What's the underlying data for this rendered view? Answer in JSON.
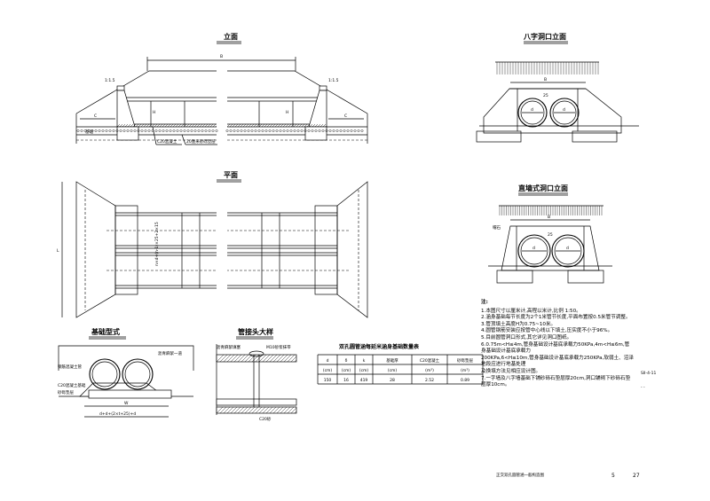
{
  "views": {
    "elevation": {
      "title": "立面",
      "labels": {
        "length": "B",
        "h": "H",
        "slope": "1:1.5",
        "c": "C",
        "concrete": "C20混凝土",
        "gravel": "20厘米砂砾垫层",
        "fill": "基础"
      }
    },
    "plan": {
      "title": "平面",
      "labels": {
        "width": "n×d+(n-1)×25+2×15",
        "len": "L"
      }
    },
    "wingwall_front": {
      "title": "八字洞口立面",
      "labels": {
        "d": "d",
        "w": "25",
        "b": "B"
      }
    },
    "straight_front": {
      "title": "直墙式洞口立面",
      "labels": {
        "d": "d",
        "w": "25",
        "b": "B",
        "cap": "帽石"
      }
    },
    "foundation": {
      "title": "基础型式",
      "labels": {
        "pipe": "钢筋混凝土管",
        "joint": "沥青麻絮一道",
        "concrete": "C20混凝土基础",
        "gravel": "砂砾垫层",
        "w": "W",
        "total": "d+d+(2×t+25)+d"
      }
    },
    "joint_detail": {
      "title": "管接头大样",
      "labels": {
        "felt": "沥青麻絮填塞",
        "ring": "M10砂浆抹带",
        "c20": "C20砂"
      }
    }
  },
  "table": {
    "title": "双孔圆管涵每延米涵身基础数量表",
    "headers": [
      "d",
      "δ",
      "k",
      "基础厚",
      "C20混凝土",
      "砂砾垫层"
    ],
    "units": [
      "(cm)",
      "(cm)",
      "(cm)",
      "(cm)",
      "(m³)",
      "(m³)"
    ],
    "rows": [
      [
        "150",
        "16",
        "419",
        "28",
        "2.52",
        "0.89"
      ]
    ]
  },
  "notes": {
    "heading": "注:",
    "items": [
      "1.本图尺寸以厘米计,高程以米计,比例 1:50。",
      "2.涵身基础每节长度为2个1米管节长度,平面布置按0.5米管节调整。",
      "3.管顶填土高度H为0.75~10米。",
      "4.圆管钢筋安装应按管中心线以下填土,压实度不小于96%。",
      "5.目前圆管洞口形式,其它详见洞口图纸。",
      "6.0.75m<H≤4m,管身基础设计基底承载力50KPa,4m<H≤6m,管身基础设计基底承载力",
      "200KPa,6<H≤10m,管身基础设计基底承载力250KPa,软弱土、沼泽地段应进行地基处理",
      "及换填方法见相应设计图。",
      "7.一字墙及八字墙基础下铺砂砾石垫层厚20cm,洞口铺砌下砂砾石垫层厚10cm。"
    ]
  },
  "footer": {
    "code": "SII-4-11",
    "mark": "- -",
    "drawing_title": "正交双孔圆管涵一般构造图",
    "sheet": "5",
    "total": "27"
  }
}
